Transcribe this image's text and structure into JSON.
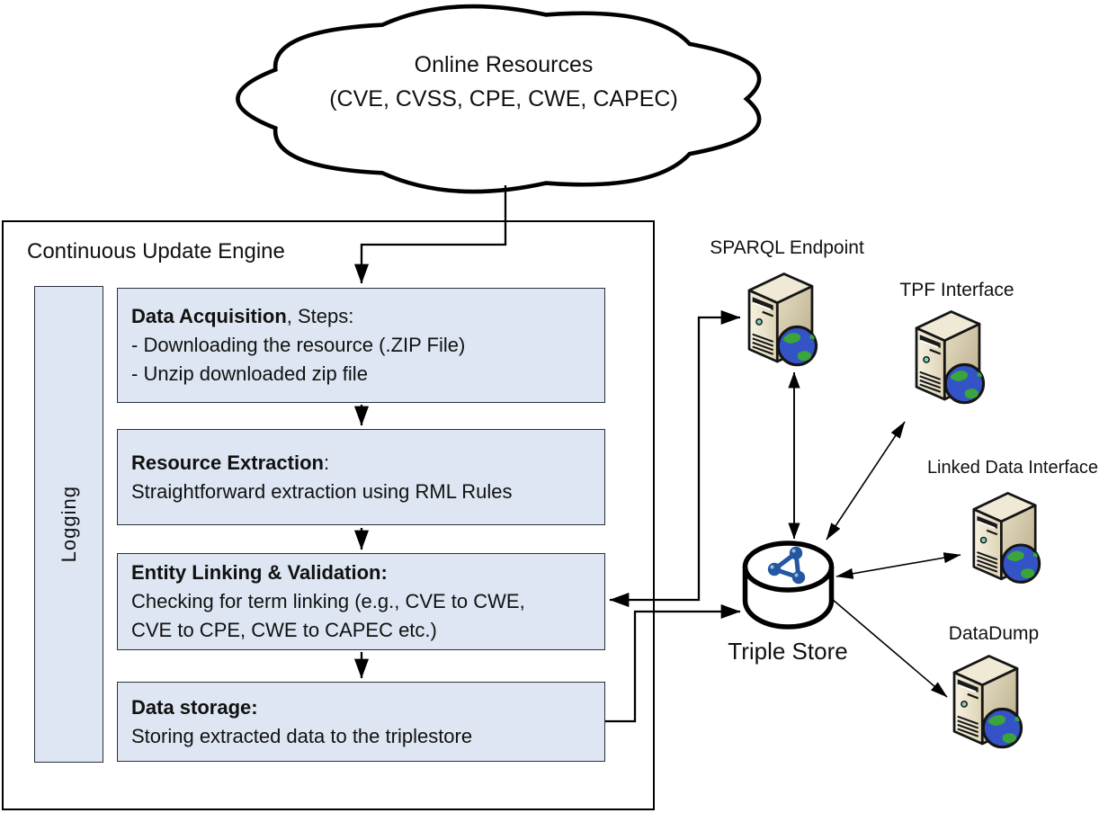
{
  "cloud": {
    "line1": "Online Resources",
    "line2": "(CVE, CVSS, CPE, CWE, CAPEC)"
  },
  "engine": {
    "title": "Continuous Update Engine",
    "logging_label": "Logging",
    "boxes": [
      {
        "title": "Data Acquisition",
        "title_suffix": ", Steps:",
        "lines": [
          "- Downloading the resource (.ZIP File)",
          "- Unzip downloaded zip file"
        ]
      },
      {
        "title": "Resource Extraction",
        "title_suffix": ":",
        "lines": [
          "Straightforward extraction using RML Rules"
        ]
      },
      {
        "title": "Entity Linking & Validation:",
        "title_suffix": "",
        "lines": [
          "Checking for term linking (e.g., CVE to CWE,",
          "CVE to CPE, CWE to CAPEC etc.)"
        ]
      },
      {
        "title": "Data storage:",
        "title_suffix": "",
        "lines": [
          "Storing extracted data to the triplestore"
        ]
      }
    ]
  },
  "right": {
    "sparql_label": "SPARQL Endpoint",
    "tpf_label": "TPF Interface",
    "ldi_label": "Linked Data Interface",
    "datadump_label": "DataDump",
    "triplestore_label": "Triple Store"
  },
  "colors": {
    "process_box_fill": "#dde6f2",
    "process_box_border": "#28303c",
    "outline_black": "#000000",
    "server_front": "#f7f2e3",
    "server_front_shade": "#ddd3b4",
    "server_side": "#d9cfae",
    "server_side_shade": "#b7ab88",
    "server_top": "#efe9d6",
    "globe_ocean": "#3353c6",
    "globe_land": "#3ba43b",
    "rdf_blue": "#2457a0"
  }
}
